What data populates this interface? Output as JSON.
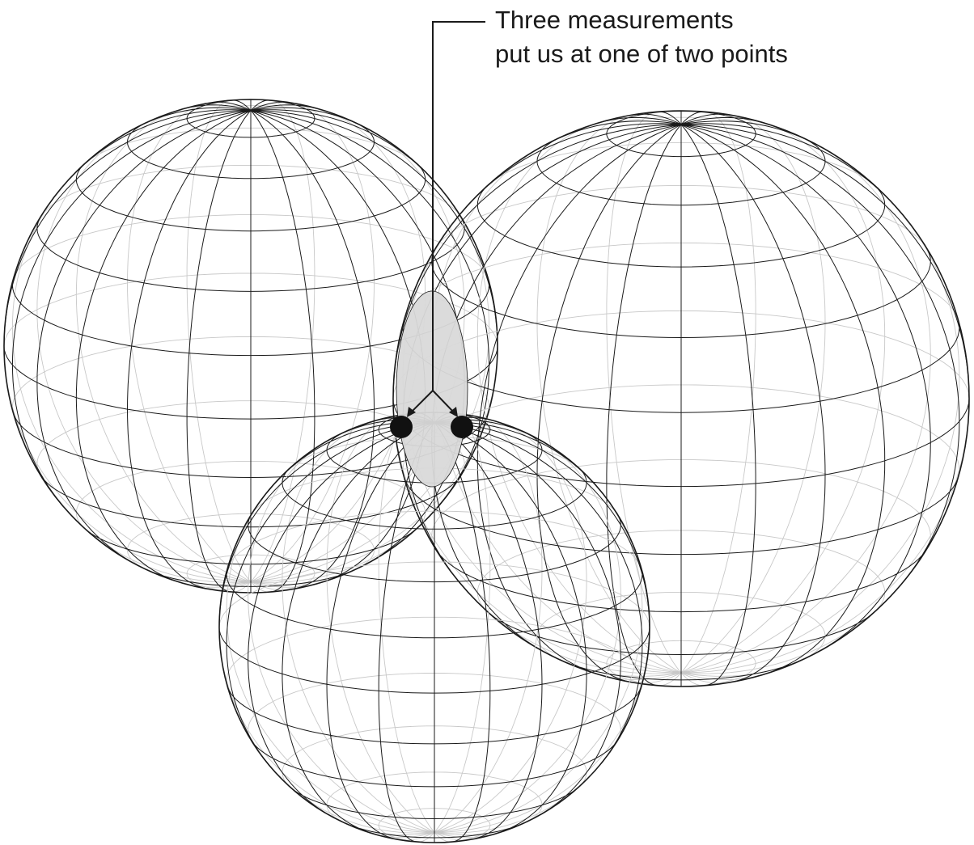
{
  "annotation": {
    "line1": "Three measurements",
    "line2": "put us at one of two points"
  },
  "colors": {
    "sphere_front": "#1a1a1a",
    "sphere_back": "#c8c8c8",
    "intersection_fill": "#d9d9d9",
    "marker": "#111111",
    "background": "#ffffff"
  },
  "diagram": {
    "spheres": [
      "sphere-left",
      "sphere-right",
      "sphere-bottom"
    ],
    "markers": [
      "position-point-left",
      "position-point-right"
    ]
  }
}
